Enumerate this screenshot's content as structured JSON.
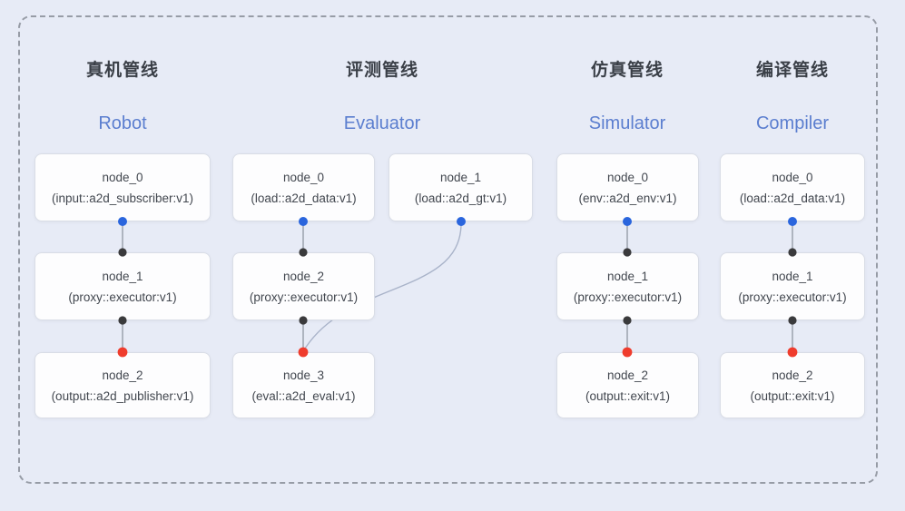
{
  "canvas": {
    "background_color": "#e7ebf6",
    "frame_border_color": "#979ca6"
  },
  "colors": {
    "dot_blue": "#2a65dd",
    "dot_black": "#3a3a3c",
    "dot_red": "#ef3c2d",
    "line": "#8f96a2",
    "curve": "#a9b3c9",
    "title_zh": "#3a3f47",
    "title_en": "#5b7ecf",
    "box_border": "#d9dde6",
    "box_text": "#42474f"
  },
  "pipelines": [
    {
      "id": "robot",
      "title_zh": "真机管线",
      "title_en": "Robot",
      "nodes": [
        {
          "name": "node_0",
          "type": "(input::a2d_subscriber:v1)"
        },
        {
          "name": "node_1",
          "type": "(proxy::executor:v1)"
        },
        {
          "name": "node_2",
          "type": "(output::a2d_publisher:v1)"
        }
      ]
    },
    {
      "id": "evaluator",
      "title_zh": "评测管线",
      "title_en": "Evaluator",
      "nodes": [
        {
          "name": "node_0",
          "type": "(load::a2d_data:v1)"
        },
        {
          "name": "node_1",
          "type": "(load::a2d_gt:v1)"
        },
        {
          "name": "node_2",
          "type": "(proxy::executor:v1)"
        },
        {
          "name": "node_3",
          "type": "(eval::a2d_eval:v1)"
        }
      ]
    },
    {
      "id": "simulator",
      "title_zh": "仿真管线",
      "title_en": "Simulator",
      "nodes": [
        {
          "name": "node_0",
          "type": "(env::a2d_env:v1)"
        },
        {
          "name": "node_1",
          "type": "(proxy::executor:v1)"
        },
        {
          "name": "node_2",
          "type": "(output::exit:v1)"
        }
      ]
    },
    {
      "id": "compiler",
      "title_zh": "编译管线",
      "title_en": "Compiler",
      "nodes": [
        {
          "name": "node_0",
          "type": "(load::a2d_data:v1)"
        },
        {
          "name": "node_1",
          "type": "(proxy::executor:v1)"
        },
        {
          "name": "node_2",
          "type": "(output::exit:v1)"
        }
      ]
    }
  ]
}
